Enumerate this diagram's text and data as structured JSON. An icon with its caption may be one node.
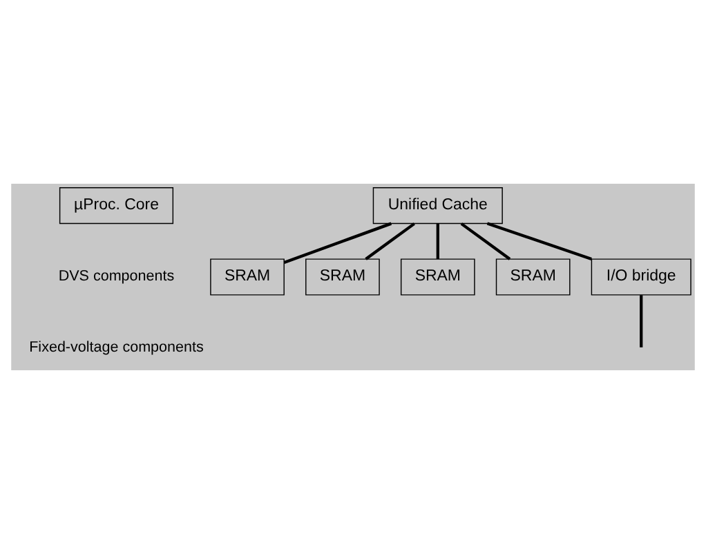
{
  "diagram": {
    "nodes": [
      {
        "text": [
          "µProc. Core"
        ]
      },
      {
        "text": [
          "Unified Cache"
        ]
      },
      {
        "text": [
          "SRAM"
        ]
      },
      {
        "text": [
          "SRAM"
        ]
      },
      {
        "text": [
          "SRAM"
        ]
      },
      {
        "text": [
          "SRAM"
        ]
      },
      {
        "text": [
          "I/O bridge"
        ]
      }
    ],
    "edges": [
      {
        "from": 1,
        "to": 2,
        "arrow": "none"
      },
      {
        "from": 1,
        "to": 3,
        "arrow": "none"
      },
      {
        "from": 1,
        "to": 4,
        "arrow": "none"
      },
      {
        "from": 1,
        "to": 5,
        "arrow": "none"
      },
      {
        "from": 1,
        "to": 6,
        "arrow": "none"
      },
      {
        "from": 6,
        "to": null,
        "arrow": "none"
      }
    ],
    "labels": [
      "DVS components",
      "Fixed-voltage components"
    ]
  }
}
